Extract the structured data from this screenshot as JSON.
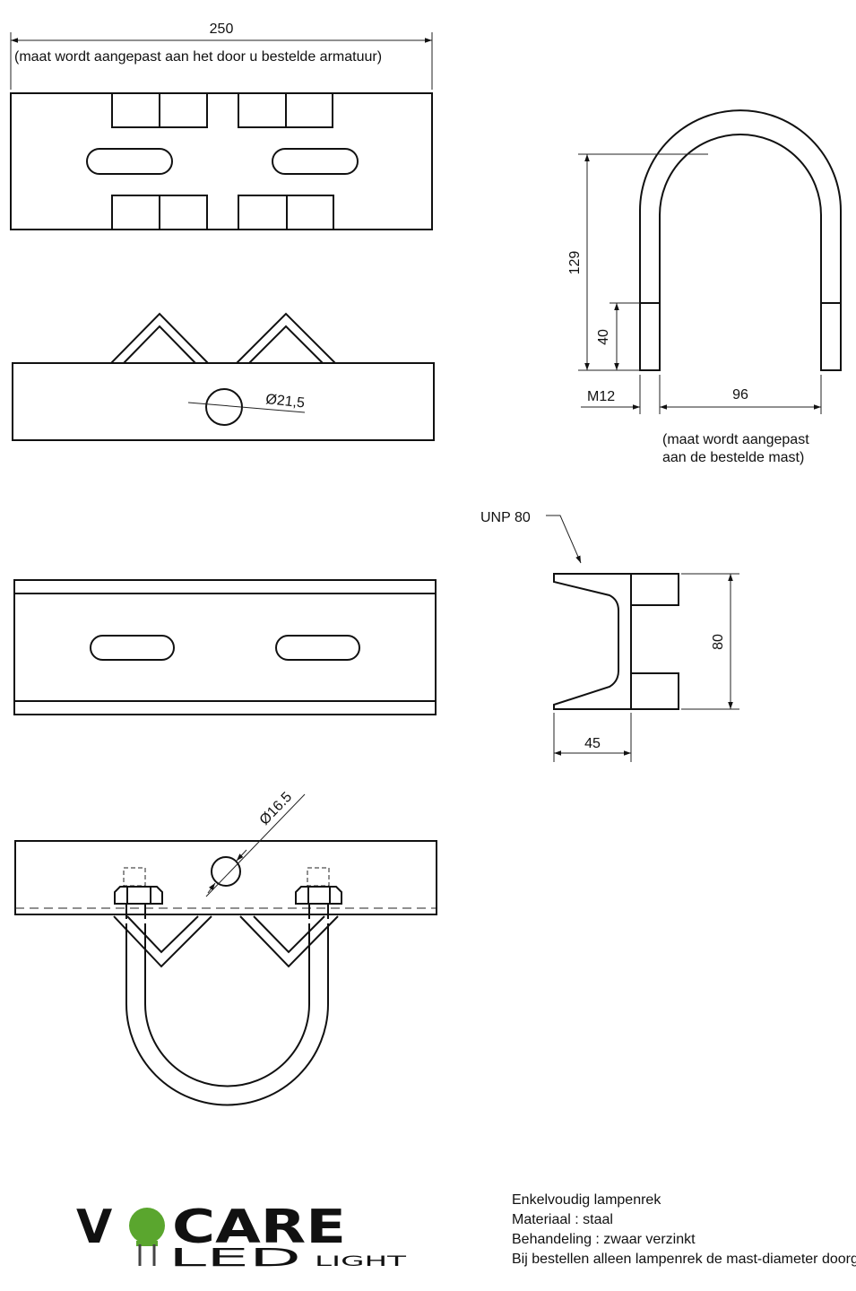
{
  "dimensions": {
    "plate_width": "250",
    "plate_note": "(maat wordt aangepast aan het door u bestelde armatuur)",
    "hole_large": "Ø21,5",
    "ubolt_height": "129",
    "thread_length": "40",
    "thread_size": "M12",
    "ubolt_span": "96",
    "mast_note_line1": "(maat wordt aangepast",
    "mast_note_line2": "aan de bestelde mast)",
    "profile_name": "UNP 80",
    "profile_height": "80",
    "profile_flange": "45",
    "hole_small": "Ø16.5"
  },
  "logo": {
    "brand_lettering": "VOCARE",
    "sub_lettering": "LED LIGHT",
    "color_dark": "#444444",
    "color_green": "#5aa62e"
  },
  "info": {
    "line1": "Enkelvoudig lampenrek",
    "line2": "Materiaal : staal",
    "line3": "Behandeling : zwaar verzinkt",
    "line4": "Bij bestellen alleen lampenrek de mast-diameter doorgeven"
  }
}
